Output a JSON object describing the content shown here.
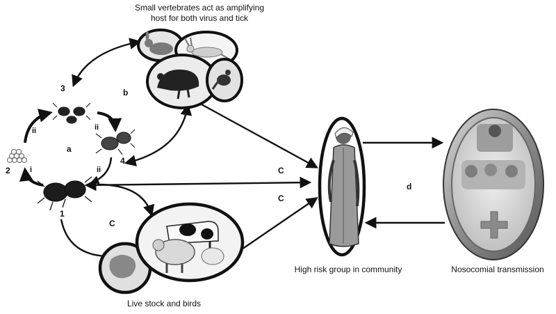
{
  "labels": {
    "title_line1": "Small vertebrates act as amplifying",
    "title_line2": "host for both virus and tick",
    "b": "b",
    "n3": "3",
    "ii_left": "ii",
    "ii_right": "ii",
    "ii_lower": "ii",
    "a": "a",
    "n4": "4",
    "n2": "2",
    "i": "i",
    "n1": "1",
    "c_upper": "C",
    "c_lower": "C",
    "c_left": "C",
    "d": "d",
    "high_risk": "High risk group in community",
    "nosocomial": "Nosocomial transmission",
    "livestock": "Live stock and birds"
  },
  "icons": {
    "rabbit": "rabbit-icon",
    "hare": "hare-icon",
    "hedgehog": "hedgehog-icon",
    "bird": "bird-icon",
    "tick": "tick-icon",
    "eggs": "egg-cluster-icon",
    "person": "herdsman-icon",
    "hospital": "hospital-icon",
    "cow": "cow-icon",
    "sheep": "sheep-icon"
  }
}
